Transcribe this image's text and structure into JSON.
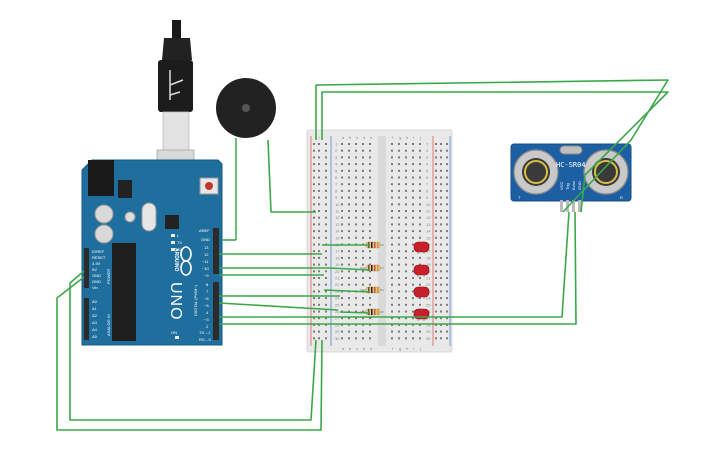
{
  "arduino": {
    "brand": "ARDUINO",
    "model": "UNO",
    "header_labels": [
      "AREF",
      "GND",
      "13",
      "12",
      "~11",
      "~10",
      "~9",
      "8",
      "7",
      "~6",
      "~5",
      "4",
      "~3",
      "2",
      "TX→1",
      "RX←0"
    ],
    "digital_label": "DIGITAL (PWM~)",
    "power_labels": [
      "IOREF",
      "RESET",
      "3.3V",
      "5V",
      "GND",
      "GND",
      "Vin"
    ],
    "power_title": "POWER",
    "analog_labels": [
      "A0",
      "A1",
      "A2",
      "A3",
      "A4",
      "A5"
    ],
    "analog_title": "ANALOG IN",
    "led_labels": [
      "L",
      "TX",
      "RX"
    ],
    "on_label": "ON",
    "board_color": "#1f6f9e"
  },
  "sensor": {
    "model": "HC-SR04",
    "pins": [
      "VCC",
      "Trig",
      "Echo",
      "GND"
    ],
    "corner_t": "T",
    "corner_r": "R",
    "color": "#1d5fa3"
  },
  "breadboard": {
    "column_letters_left": [
      "a",
      "b",
      "c",
      "d",
      "e"
    ],
    "column_letters_right": [
      "f",
      "g",
      "h",
      "i",
      "j"
    ],
    "row_numbers": [
      "1",
      "2",
      "3",
      "4",
      "5",
      "6",
      "7",
      "8",
      "9",
      "10",
      "11",
      "12",
      "13",
      "14",
      "15",
      "16",
      "17",
      "18",
      "19",
      "20",
      "21",
      "22",
      "23",
      "24",
      "25",
      "26",
      "27",
      "28",
      "29",
      "30"
    ],
    "rail_plus": "+",
    "rail_minus": "-"
  },
  "components": {
    "leds": 4,
    "resistors": 4,
    "led_color": "#c8202a",
    "wire_color": "#3aa84a"
  }
}
